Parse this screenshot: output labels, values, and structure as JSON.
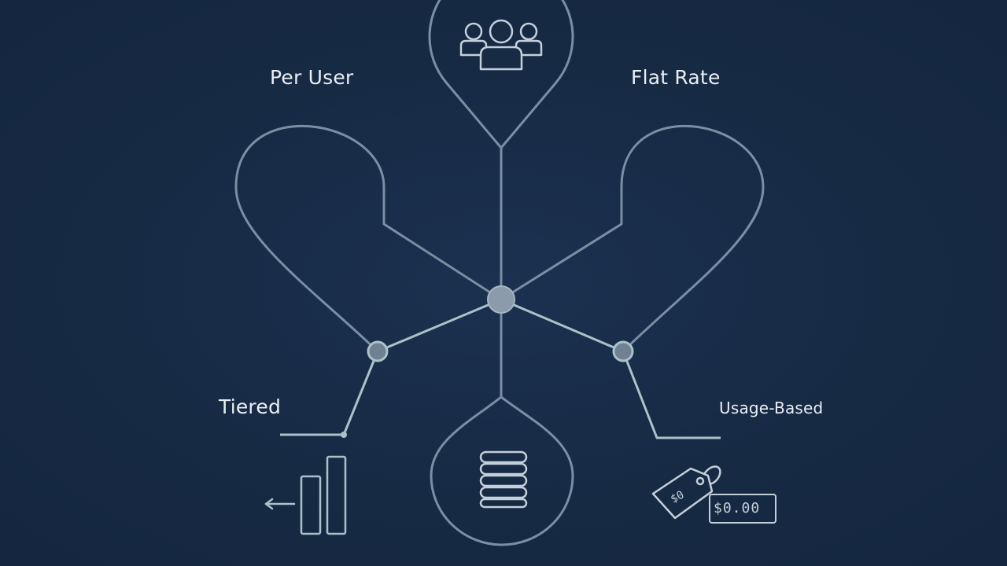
{
  "labels": {
    "per_user": "Per User",
    "flat_rate": "Flat Rate",
    "tiered": "Tiered",
    "usage_based": "Usage-Based"
  },
  "usage_price_text": "$0.00",
  "icons": {
    "top": "users-group-icon",
    "bottom": "database-stack-icon",
    "tiered": "bar-chart-arrow-icon",
    "usage": "price-tag-icon"
  },
  "colors": {
    "background": "#172b45",
    "outline": "#7a8ea4",
    "connector": "#a9c3c9",
    "text": "#e9eef4"
  }
}
